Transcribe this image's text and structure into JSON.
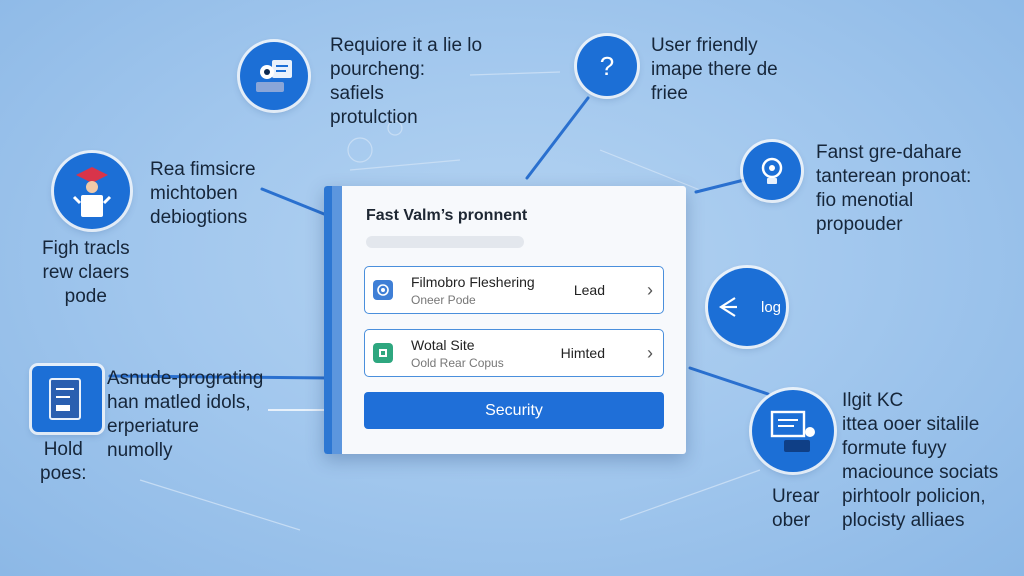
{
  "card": {
    "title": "Fast Valm’s pronnent",
    "rows": [
      {
        "title": "Filmobro Fleshering",
        "subtitle": "Oneer Pode",
        "value": "Lead"
      },
      {
        "title": "Wotal Site",
        "subtitle": "Oold Rear Copus",
        "value": "Himted"
      }
    ],
    "button_label": "Security"
  },
  "callouts": {
    "top_left": [
      "Requiore it a lie lo",
      "pourcheng:",
      "safiels",
      "protulction"
    ],
    "top_right": [
      "User friendly",
      "imape there de",
      "friee"
    ],
    "mid_left": [
      "Rea fimsicre",
      "michtoben",
      "debiogtions"
    ],
    "mid_left_below": [
      "Figh tracls",
      "rew claers",
      "pode"
    ],
    "right_upper": [
      "Fanst gre-dahare",
      "tanterean pronoat:",
      "fio menotial",
      "propouder"
    ],
    "bottom_left": [
      "Asnude-prograting",
      "han matled idols,",
      "erperiature",
      "numolly"
    ],
    "bottom_left_below": [
      "Hold",
      "poes:"
    ],
    "bottom_right": [
      "Ilgit KC",
      "ittea ooer sitalile",
      "formute fuyy",
      "maciounce sociats",
      "pirhtoolr policion,",
      "plocisty alliaes"
    ],
    "bottom_right_below": [
      "Urear",
      "ober"
    ]
  },
  "badges": {
    "question_glyph": "?",
    "log_glyph": "log"
  },
  "icons": [
    "user-presentation-icon",
    "question-icon",
    "graduation-user-icon",
    "lightbulb-icon",
    "log-arrow-icon",
    "document-icon",
    "monitor-icon",
    "shield-icon",
    "site-icon"
  ],
  "colors": {
    "background": "#a9cbee",
    "accent": "#1f6fd8",
    "badge": "#1c6fd6"
  }
}
